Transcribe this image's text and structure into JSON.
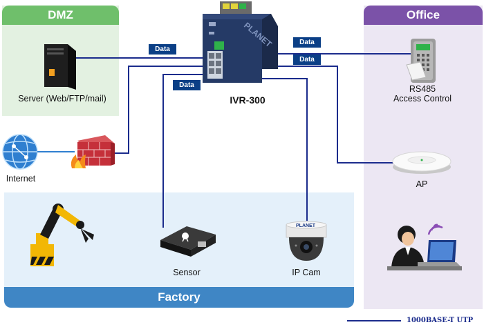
{
  "zones": {
    "dmz": "DMZ",
    "office": "Office",
    "factory": "Factory"
  },
  "devices": {
    "server": "Server (Web/FTP/mail)",
    "internet": "Internet",
    "router": "IVR-300",
    "router_brand": "PLANET",
    "rs485_line1": "RS485",
    "rs485_line2": "Access Control",
    "ap": "AP",
    "sensor": "Sensor",
    "ipcam": "IP Cam"
  },
  "data_tags": [
    "Data",
    "Data",
    "Data",
    "Data"
  ],
  "legend": {
    "label": "1000BASE-T UTP",
    "color": "#1a2b8c"
  },
  "colors": {
    "dmz_bg": "#e3f1e1",
    "dmz_header": "#6fbf6b",
    "office_bg": "#ece7f3",
    "office_header": "#7b52a8",
    "factory_bg": "#e4f0fa",
    "factory_header": "#3f86c5",
    "link": "#1a2b8c",
    "data_tag": "#0b3f86"
  }
}
